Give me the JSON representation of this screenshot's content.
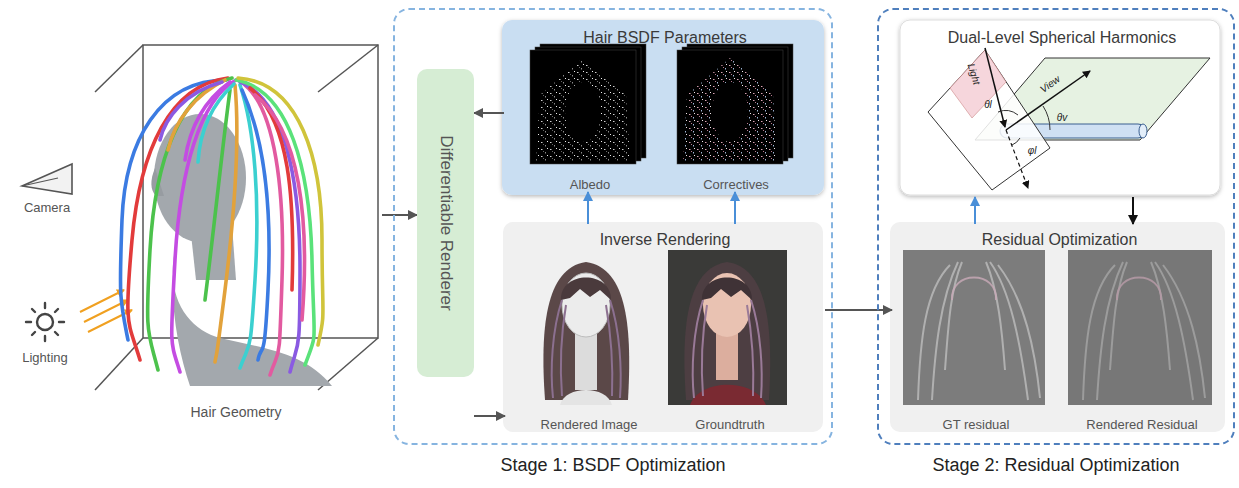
{
  "diagram": {
    "nodes": [
      {
        "text": [
          "Hair Geometry"
        ]
      },
      {
        "text": [
          "Stage 1: BSDF Optimization"
        ]
      },
      {
        "text": [
          "Differentiable Renderer"
        ],
        "in": 1
      },
      {
        "text": [
          "Hair BSDF Parameters"
        ],
        "in": 1
      },
      {
        "text": [
          "Albedo"
        ],
        "in": 3
      },
      {
        "text": [
          "Correctives"
        ],
        "in": 3
      },
      {
        "text": [
          "Inverse Rendering"
        ],
        "in": 1
      },
      {
        "text": [
          "Rendered Image"
        ],
        "in": 6
      },
      {
        "text": [
          "Groundtruth"
        ],
        "in": 6
      },
      {
        "text": [
          "Stage 2: Residual Optimization"
        ]
      },
      {
        "text": [
          "Dual-Level Spherical Harmonics"
        ],
        "in": 9
      },
      {
        "text": [
          "Residual Optimization"
        ],
        "in": 9
      },
      {
        "text": [
          "GT residual"
        ],
        "in": 11
      },
      {
        "text": [
          "Rendered Residual"
        ],
        "in": 11
      }
    ],
    "edges": [
      {
        "from": 0,
        "to": 2,
        "arrow": "to"
      },
      {
        "from": 3,
        "to": 2,
        "arrow": "to"
      },
      {
        "from": 2,
        "to": 6,
        "arrow": "to"
      },
      {
        "from": 6,
        "to": 4,
        "arrow": "to"
      },
      {
        "from": 6,
        "to": 5,
        "arrow": "to"
      },
      {
        "from": 6,
        "to": 11,
        "arrow": "to"
      },
      {
        "from": 11,
        "to": 10,
        "arrow": "to"
      },
      {
        "from": 10,
        "to": 11,
        "arrow": "to"
      }
    ],
    "labels": [
      "Camera",
      "Lighting",
      "Light",
      "View",
      "θl",
      "φl",
      "θv"
    ]
  }
}
